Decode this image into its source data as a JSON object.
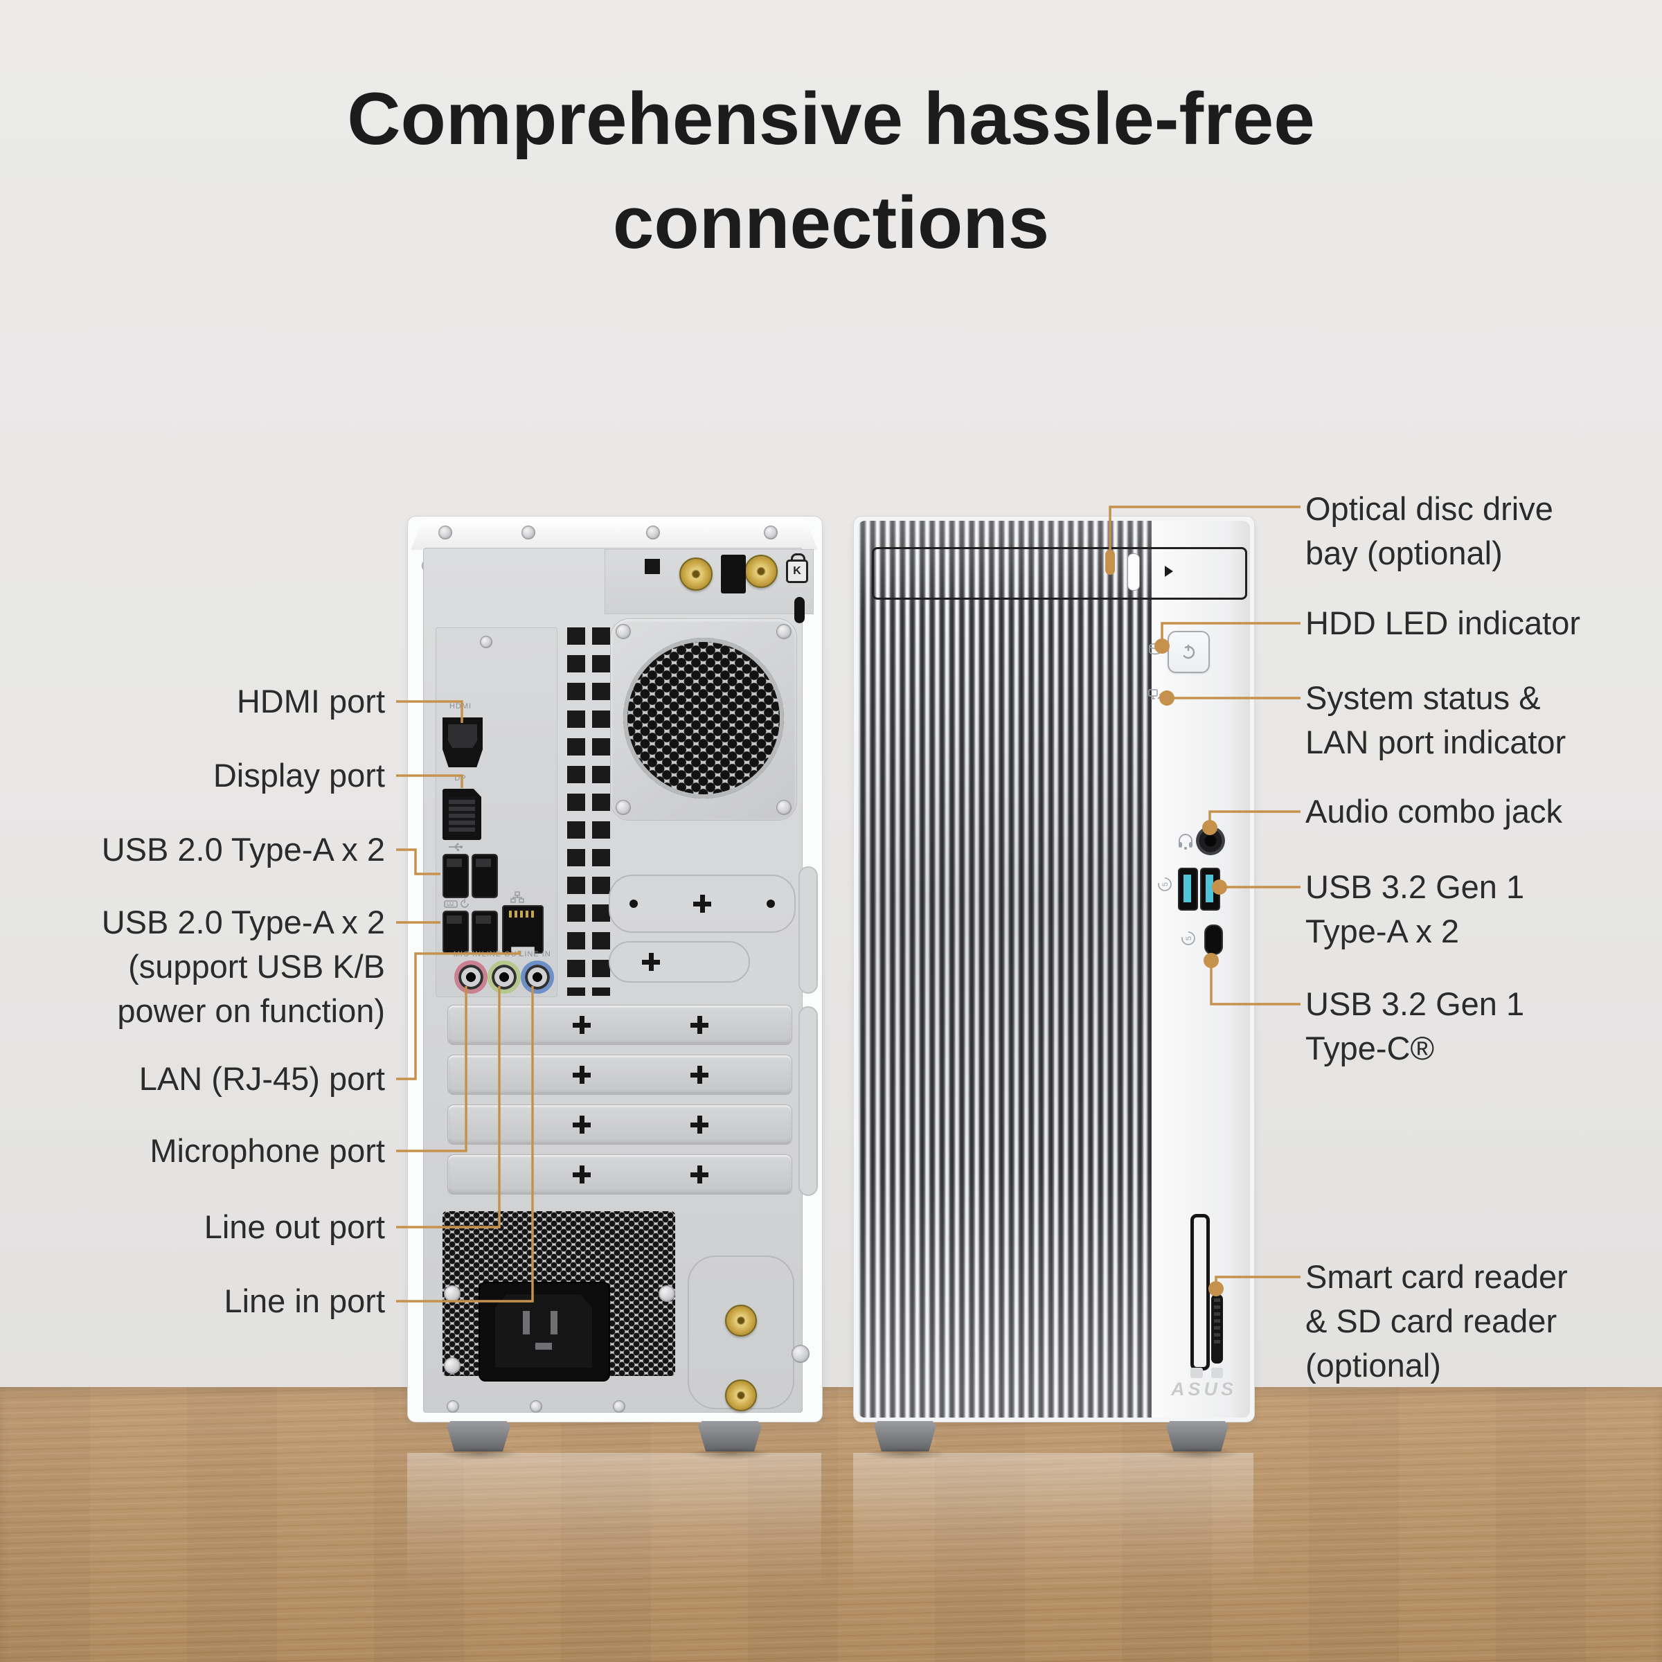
{
  "title": {
    "line1": "Comprehensive hassle-free",
    "line2": "connections"
  },
  "left_labels": [
    {
      "lines": [
        "HDMI port"
      ]
    },
    {
      "lines": [
        "Display port"
      ]
    },
    {
      "lines": [
        "USB 2.0 Type-A x 2"
      ]
    },
    {
      "lines": [
        "USB 2.0 Type-A x 2",
        "(support USB K/B",
        "power on function)"
      ]
    },
    {
      "lines": [
        "LAN (RJ-45) port"
      ]
    },
    {
      "lines": [
        "Microphone port"
      ]
    },
    {
      "lines": [
        "Line out port"
      ]
    },
    {
      "lines": [
        "Line in port"
      ]
    }
  ],
  "right_labels": [
    {
      "lines": [
        "Optical disc drive",
        "bay (optional)"
      ]
    },
    {
      "lines": [
        "HDD LED indicator"
      ]
    },
    {
      "lines": [
        "System status &",
        "LAN port indicator"
      ]
    },
    {
      "lines": [
        "Audio combo jack"
      ]
    },
    {
      "lines": [
        "USB 3.2 Gen 1",
        "Type-A x 2"
      ]
    },
    {
      "lines": [
        "USB 3.2 Gen 1",
        "Type-C®"
      ]
    },
    {
      "lines": [
        "Smart card reader",
        "& SD card reader",
        "(optional)"
      ]
    }
  ],
  "back_panel": {
    "hdmi_label": "HDMI",
    "dp_label": "DP",
    "mic_label": "MIC IN",
    "lineout_label": "LINE OUT",
    "linein_label": "LINE IN",
    "lock_label": "K"
  },
  "front_panel": {
    "brand": "ASUS"
  },
  "colors": {
    "accent": "#c6914c",
    "wall": "#e8e7e6",
    "floor": "#bb9366",
    "title_text": "#1c1c1c",
    "label_text": "#2b2b2b",
    "port_blue": "#4fc3d8",
    "jack_mic": "#c9808f",
    "jack_lineout": "#b6c88e",
    "jack_linein": "#6e90c8",
    "gold": "#c9a646",
    "fin_dark": "#2e2f33"
  }
}
